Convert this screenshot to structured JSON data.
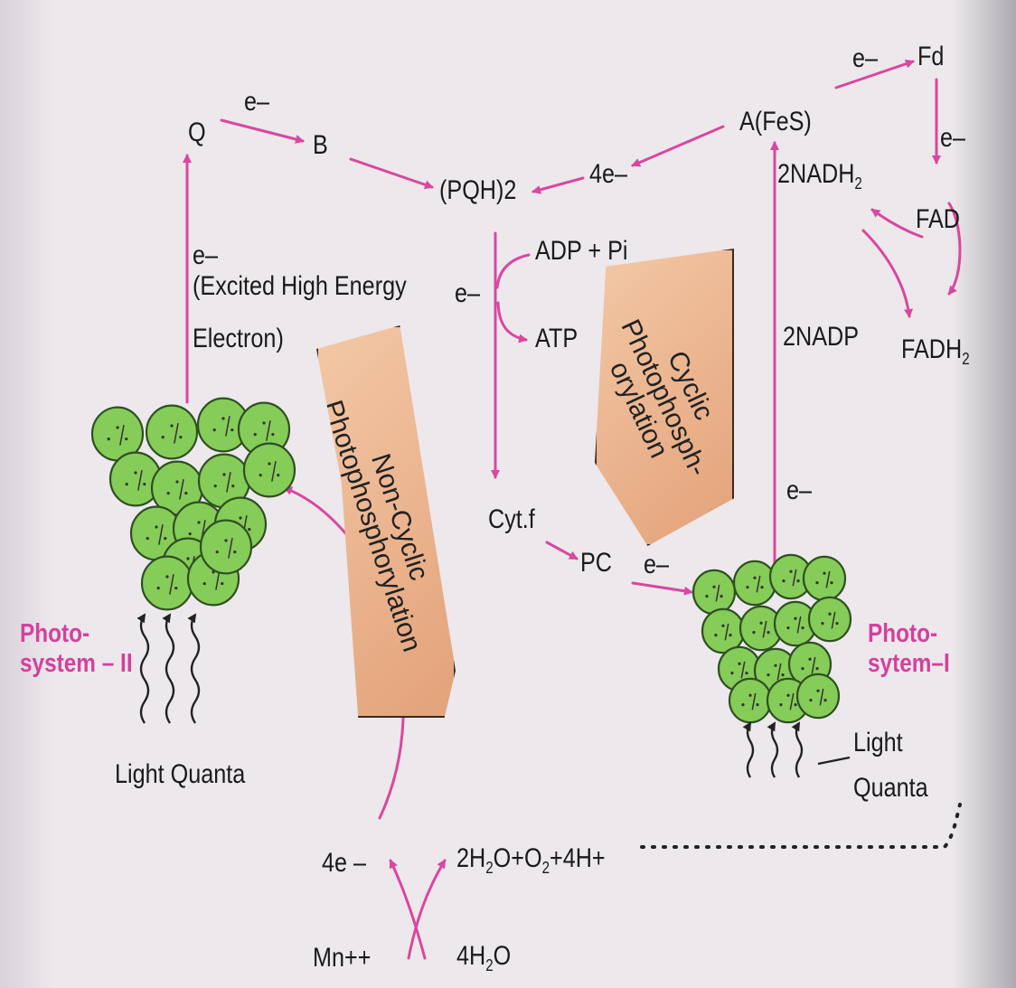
{
  "labels": {
    "Q": "Q",
    "B": "B",
    "e_QB": "e–",
    "PQH2": "(PQH)2",
    "four_e_top": "4e–",
    "AFeS": "A(FeS)",
    "e_Fd": "e–",
    "Fd": "Fd",
    "e_FdFAD": "e–",
    "FAD": "FAD",
    "NADH2_main": "2NADH",
    "NADH2_sub": "2",
    "NADP": "2NADP",
    "FADH2_main": "FADH",
    "FADH2_sub": "2",
    "ADP": "ADP + Pi",
    "e_chain": "e–",
    "ATP": "ATP",
    "e_PS2_up": "e–",
    "excited_line1": "(Excited High Energy",
    "excited_line2": "Electron)",
    "Cytf": "Cyt.f",
    "PC": "PC",
    "e_PC": "e–",
    "e_PS1_up": "e–",
    "ps2_line1": "Photo-",
    "ps2_line2": "system – II",
    "ps1_line1": "Photo-",
    "ps1_line2": "sytem–I",
    "light_quanta_left": "Light Quanta",
    "light_line1": "Light",
    "light_line2": "Quanta",
    "four_e_bottom": "4e –",
    "water_products_a": "2H",
    "water_products_sub1": "2",
    "water_products_b": "O+O",
    "water_products_sub2": "2",
    "water_products_c": "+4H+",
    "Mn": "Mn++",
    "four_H2O_a": "4H",
    "four_H2O_sub": "2",
    "four_H2O_b": "O"
  },
  "bands": {
    "non_cyclic": "Non-Cyclic\nPhotophosphorylation",
    "cyclic": "Cyclic\nPhotophosph-\norylation"
  },
  "colors": {
    "arrow": "#d9479f",
    "chlorophyll_fill": "#86cc58",
    "chlorophyll_stroke": "#2f4f22",
    "band_fill": "#eab18b",
    "label_pink": "#d4419b"
  }
}
